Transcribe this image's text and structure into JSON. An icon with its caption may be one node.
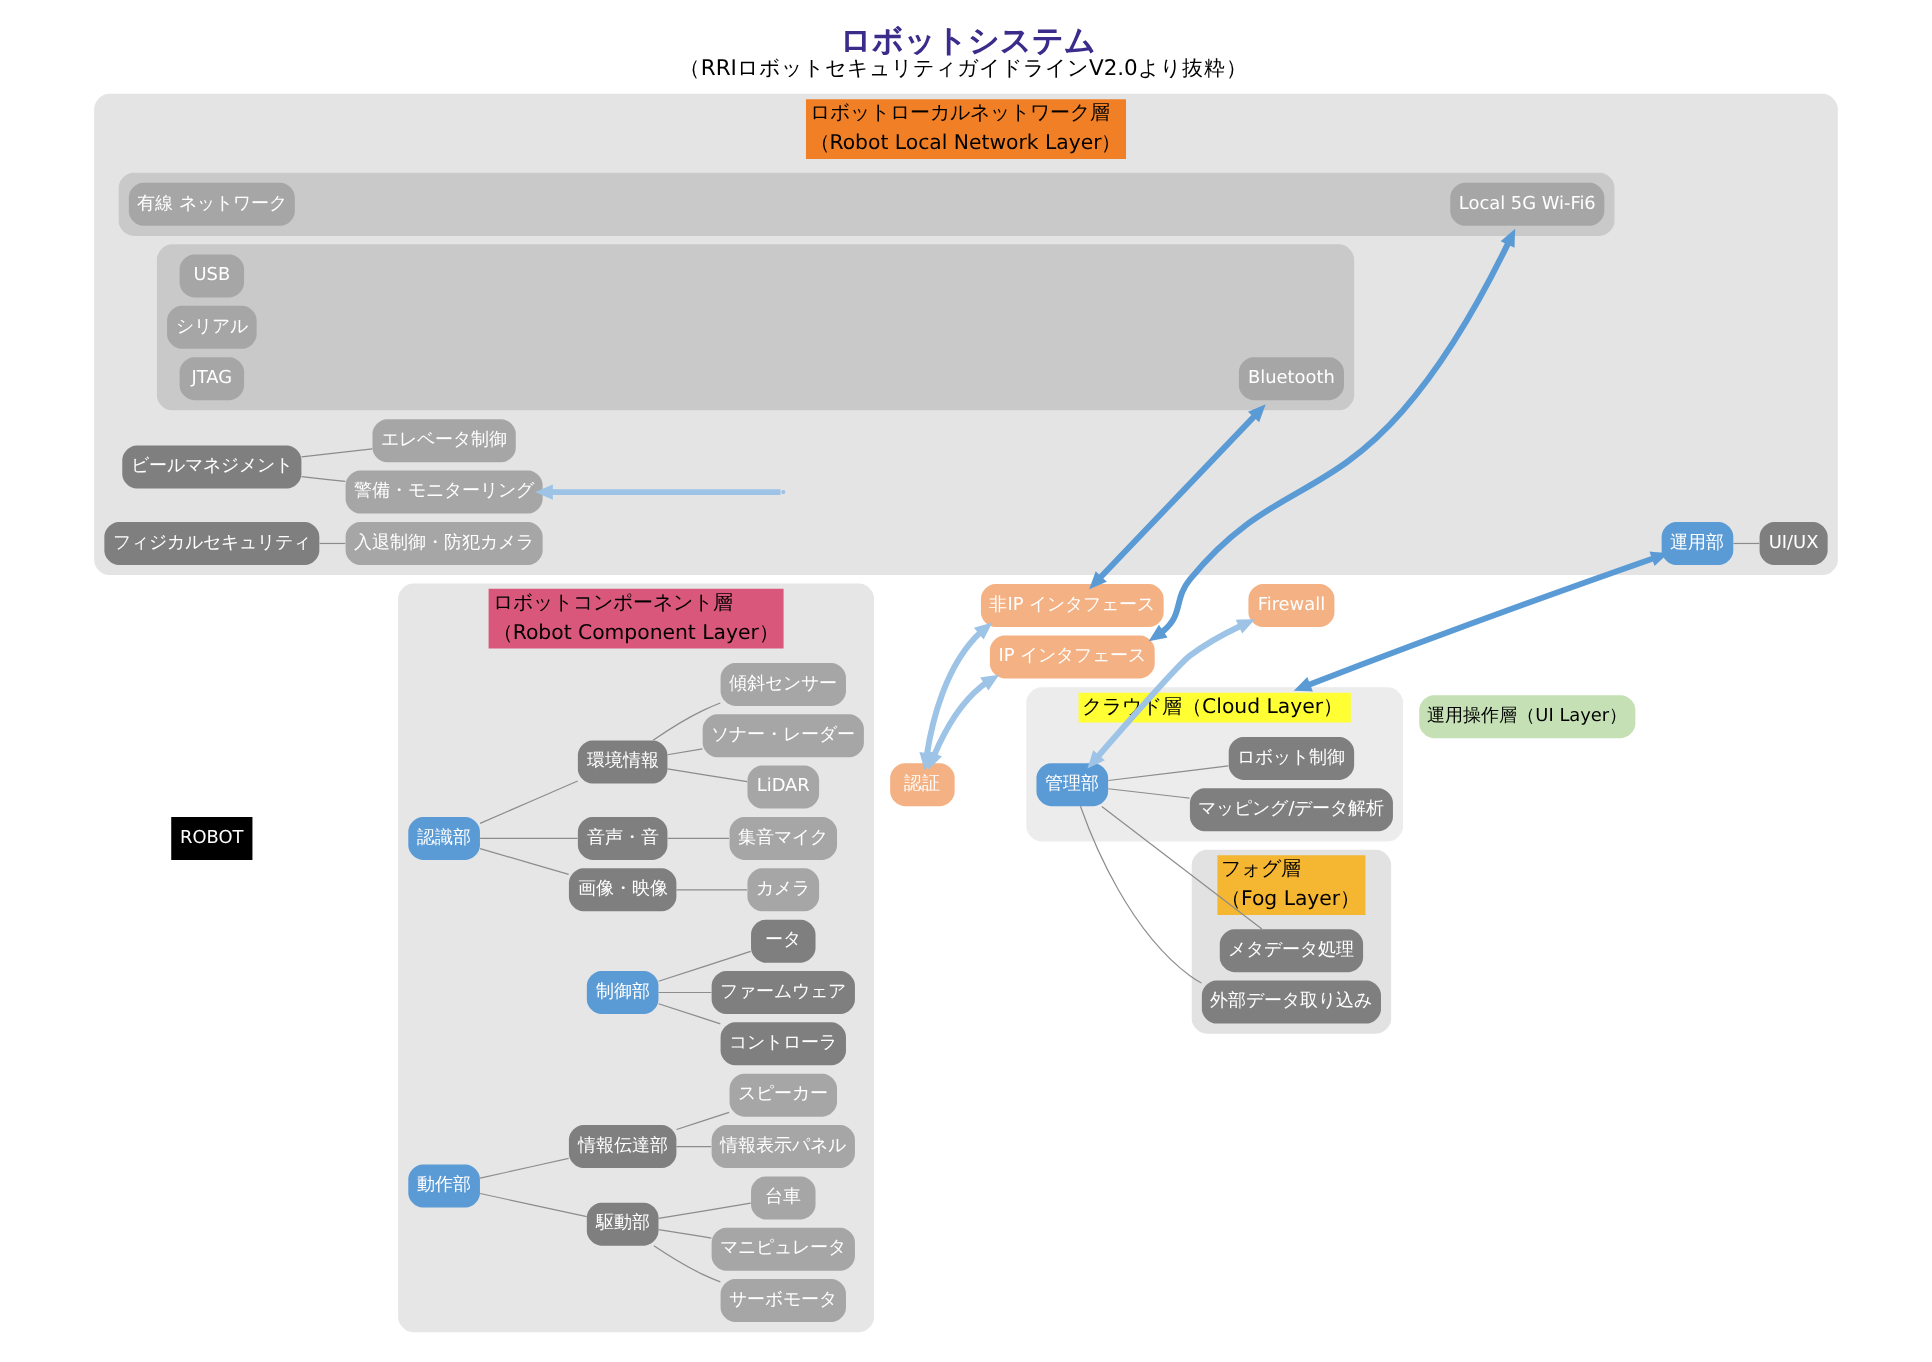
{
  "diagram": {
    "title": "ロボットシステム",
    "caption": "（RRIロボットセキュリティガイドラインV2.0より抜粋）",
    "nodes": [
      {
        "text": [
          "ロボットコンポーネント層",
          "（Robot Component Layer）"
        ]
      },
      {
        "text": [
          "認識部"
        ],
        "in": 0
      },
      {
        "text": [
          "画像・映像"
        ],
        "in": 0
      },
      {
        "text": [
          "音声・音"
        ],
        "in": 0
      },
      {
        "text": [
          "環境情報"
        ],
        "in": 0
      },
      {
        "text": [
          "カメラ"
        ],
        "in": 0
      },
      {
        "text": [
          "集音マイク"
        ],
        "in": 0
      },
      {
        "text": [
          "LiDAR"
        ],
        "in": 0
      },
      {
        "text": [
          "ソナー・レーダー"
        ],
        "in": 0
      },
      {
        "text": [
          "傾斜センサー"
        ],
        "in": 0
      },
      {
        "text": [
          "制御部"
        ],
        "in": 0
      },
      {
        "text": [
          "コントローラ"
        ],
        "in": 0
      },
      {
        "text": [
          "ファームウェア"
        ],
        "in": 0
      },
      {
        "text": [
          "ータ"
        ],
        "in": 0
      },
      {
        "text": [
          "動作部"
        ],
        "in": 0
      },
      {
        "text": [
          "駆動部"
        ],
        "in": 0
      },
      {
        "text": [
          "情報伝達部"
        ],
        "in": 0
      },
      {
        "text": [
          "サーボモータ"
        ],
        "in": 0
      },
      {
        "text": [
          "マニピュレータ"
        ],
        "in": 0
      },
      {
        "text": [
          "台車"
        ],
        "in": 0
      },
      {
        "text": [
          "情報表示パネル"
        ],
        "in": 0
      },
      {
        "text": [
          "スピーカー"
        ],
        "in": 0
      },
      {
        "text": [
          "認証"
        ]
      },
      {
        "text": [
          "IP インタフェース"
        ]
      },
      {
        "text": [
          "非IP インタフェース"
        ]
      },
      {
        "text": [
          "クラウド層（Cloud Layer）"
        ]
      },
      {
        "text": [
          "管理部"
        ],
        "in": 25
      },
      {
        "text": [
          "マッピング/データ解析"
        ],
        "in": 25
      },
      {
        "text": [
          "ロボット制御"
        ],
        "in": 25
      },
      {
        "text": [
          "フォグ層",
          "（Fog Layer）"
        ]
      },
      {
        "text": [
          "メタデータ処理"
        ],
        "in": 29
      },
      {
        "text": [
          "外部データ取り込み"
        ],
        "in": 29
      },
      {
        "text": [
          "Firewall"
        ]
      },
      {
        "text": [
          "運用操作層（UI Layer）"
        ]
      },
      {
        "text": [
          "ロボットローカルネットワーク層",
          "（Robot Local Network Layer）"
        ]
      },
      {
        "text": [],
        "shape": "box",
        "in": 34
      },
      {
        "text": [
          "Local 5G Wi-Fi6"
        ],
        "in": 35
      },
      {
        "text": [
          "有線 ネットワーク"
        ],
        "in": 35
      },
      {
        "text": [],
        "shape": "box",
        "in": 34
      },
      {
        "text": [
          "Bluetooth"
        ],
        "in": 38
      },
      {
        "text": [
          "USB"
        ],
        "in": 38
      },
      {
        "text": [
          "シリアル"
        ],
        "in": 38
      },
      {
        "text": [
          "JTAG"
        ],
        "in": 38
      },
      {
        "text": [
          "運用部"
        ],
        "in": 34
      },
      {
        "text": [
          "UI/UX"
        ],
        "in": 34
      },
      {
        "text": [
          "ビールマネジメント"
        ],
        "in": 34
      },
      {
        "text": [
          "警備・モニターリング"
        ],
        "in": 34
      },
      {
        "text": [
          "エレベータ制御"
        ],
        "in": 34
      },
      {
        "text": [
          "フィジカルセキュリティ"
        ],
        "in": 34
      },
      {
        "text": [
          "入退制御・防犯カメラ"
        ],
        "in": 34
      }
    ],
    "edges": [
      {
        "from": 1,
        "to": 2,
        "arrow": "none"
      },
      {
        "from": 1,
        "to": 3,
        "arrow": "none"
      },
      {
        "from": 1,
        "to": 4,
        "arrow": "none"
      },
      {
        "from": 2,
        "to": 5,
        "arrow": "none"
      },
      {
        "from": 3,
        "to": 6,
        "arrow": "none"
      },
      {
        "from": 4,
        "to": 7,
        "arrow": "none"
      },
      {
        "from": 4,
        "to": 8,
        "arrow": "none"
      },
      {
        "from": 4,
        "to": 9,
        "arrow": "none"
      },
      {
        "from": 10,
        "to": 11,
        "arrow": "none"
      },
      {
        "from": 10,
        "to": 12,
        "arrow": "none"
      },
      {
        "from": 10,
        "to": 13,
        "arrow": "none"
      },
      {
        "from": 14,
        "to": 15,
        "arrow": "none"
      },
      {
        "from": 14,
        "to": 16,
        "arrow": "none"
      },
      {
        "from": 15,
        "to": 17,
        "arrow": "none"
      },
      {
        "from": 15,
        "to": 18,
        "arrow": "none"
      },
      {
        "from": 15,
        "to": 19,
        "arrow": "none"
      },
      {
        "from": 16,
        "to": 20,
        "arrow": "none"
      },
      {
        "from": 16,
        "to": 21,
        "arrow": "none"
      },
      {
        "from": 22,
        "to": 23,
        "arrow": "both",
        "style": "thick",
        "color": "#9dc3e6"
      },
      {
        "from": 22,
        "to": 24,
        "arrow": "both",
        "style": "thick",
        "color": "#9dc3e6"
      },
      {
        "from": 23,
        "to": 35,
        "arrow": "both",
        "style": "thick",
        "color": "#5b9bd5"
      },
      {
        "from": 24,
        "to": 38,
        "arrow": "both",
        "style": "thick",
        "color": "#5b9bd5"
      },
      {
        "from": 26,
        "to": 32,
        "arrow": "both",
        "style": "thick",
        "color": "#9dc3e6"
      },
      {
        "from": 26,
        "to": 27,
        "arrow": "none"
      },
      {
        "from": 26,
        "to": 28,
        "arrow": "none"
      },
      {
        "from": 26,
        "to": 30,
        "arrow": "none"
      },
      {
        "from": 26,
        "to": 31,
        "arrow": "none"
      },
      {
        "from": 25,
        "to": 43,
        "arrow": "both",
        "style": "thick",
        "color": "#5b9bd5"
      },
      {
        "from": 43,
        "to": 44,
        "arrow": "none"
      },
      {
        "from": null,
        "to": 46,
        "arrow": "to",
        "style": "thick",
        "color": "#9dc3e6"
      },
      {
        "from": 45,
        "to": 46,
        "arrow": "none"
      },
      {
        "from": 45,
        "to": 47,
        "arrow": "none"
      },
      {
        "from": 48,
        "to": 49,
        "arrow": "none"
      }
    ],
    "labels": [
      "ROBOT"
    ]
  }
}
